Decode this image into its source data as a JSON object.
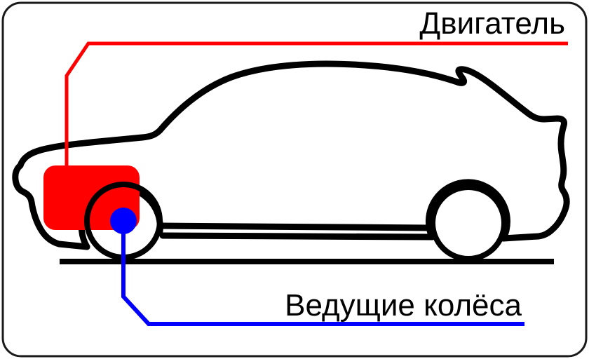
{
  "diagram": {
    "title_engine": "Двигатель",
    "title_drive_wheels": "Ведущие колёса",
    "colors": {
      "engine": "#FF0000",
      "drive_wheels": "#0000FF",
      "body_outline": "#000000",
      "background": "#FFFFFF",
      "frame": "#1A1A1A"
    },
    "labels": [
      {
        "id": "engine-label",
        "text": "Двигатель",
        "color": "#FF0000",
        "underline": true,
        "position": "top-right"
      },
      {
        "id": "drive-wheels-label",
        "text": "Ведущие колёса",
        "color": "#0000FF",
        "underline": true,
        "position": "bottom-center-right"
      }
    ],
    "callouts": [
      {
        "id": "engine-callout",
        "target": "engine-block",
        "color": "#FF0000"
      },
      {
        "id": "drive-wheels-callout",
        "target": "front-wheel-hub",
        "color": "#0000FF"
      }
    ],
    "components": [
      {
        "id": "engine-block",
        "name": "Двигатель",
        "color": "#FF0000"
      },
      {
        "id": "front-wheel",
        "name": "Ведущие колёса",
        "color": "#0000FF"
      },
      {
        "id": "rear-wheel",
        "name": "",
        "color": "#000000"
      },
      {
        "id": "car-body",
        "name": "",
        "color": "#000000"
      },
      {
        "id": "ground-line",
        "name": "",
        "color": "#000000"
      }
    ]
  }
}
